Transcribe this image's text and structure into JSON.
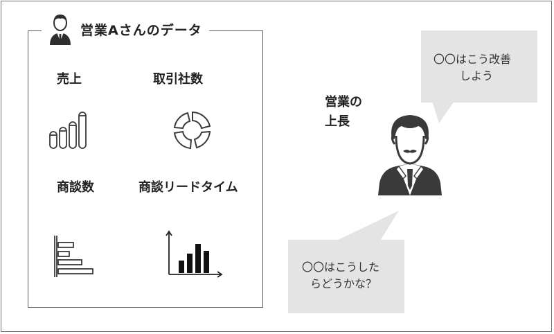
{
  "panel": {
    "title": "営業Aさんのデータ",
    "metrics": [
      {
        "label": "売上",
        "icon": "bar-cylinders-icon"
      },
      {
        "label": "取引社数",
        "icon": "donut-chart-icon"
      },
      {
        "label": "商談数",
        "icon": "horizontal-bar-chart-icon"
      },
      {
        "label": "商談リードタイム",
        "icon": "column-chart-icon"
      }
    ]
  },
  "manager": {
    "label_line1": "営業の",
    "label_line2": "上長"
  },
  "bubbles": {
    "top": {
      "line1": "〇〇はこう改善",
      "line2": "しよう"
    },
    "bottom": {
      "line1": "〇〇はこうした",
      "line2": "らどうかな？"
    }
  },
  "colors": {
    "bubble_fill": "#e4e4e4",
    "icon_dark": "#3a3a3a",
    "border": "#555555"
  }
}
